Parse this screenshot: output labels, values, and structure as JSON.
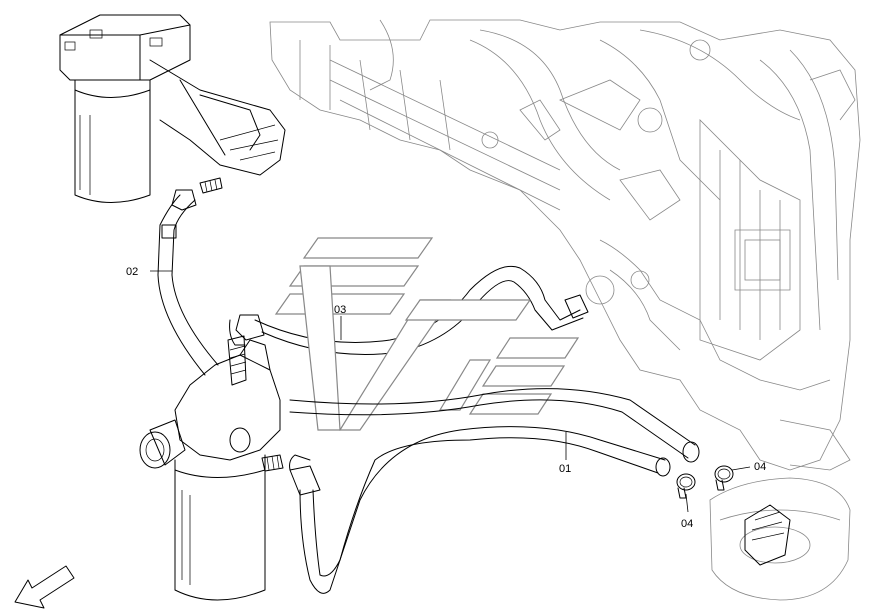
{
  "callouts": [
    {
      "id": "01",
      "text": "01"
    },
    {
      "id": "02",
      "text": "02"
    },
    {
      "id": "03",
      "text": "03"
    },
    {
      "id": "04a",
      "text": "04"
    },
    {
      "id": "04b",
      "text": "04"
    }
  ],
  "icons": {
    "direction_arrow": "arrow-down-left-icon",
    "watermark": "logo-watermark-icon"
  }
}
